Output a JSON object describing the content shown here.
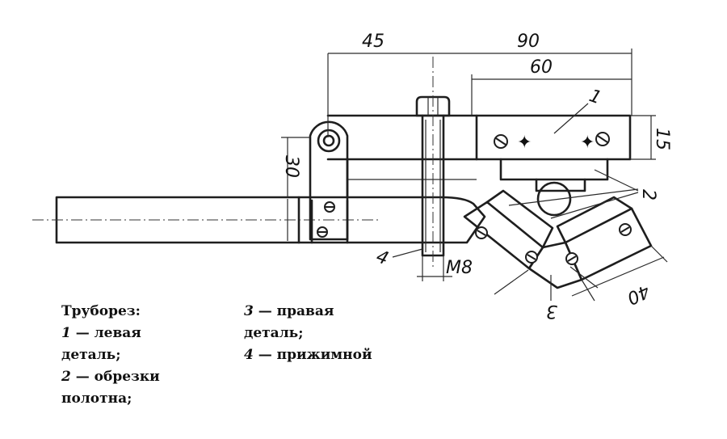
{
  "dimensions": {
    "d45": "45",
    "d90": "90",
    "d60": "60",
    "d15": "15",
    "d30": "30",
    "d40": "40",
    "dM8": "M8"
  },
  "callouts": {
    "c1": "1",
    "c2": "2",
    "c3": "3",
    "c4": "4"
  },
  "caption": {
    "title": "Труборез:",
    "item1_num": "1",
    "item1_text_a": " — левая",
    "item1_text_b": "деталь;",
    "item2_num": "2",
    "item2_text_a": " — обрезки",
    "item2_text_b": "полотна;",
    "item3_num": "3",
    "item3_text_a": " — правая",
    "item3_text_b": "деталь;",
    "item4_num": "4",
    "item4_text_a": " — прижимной"
  }
}
